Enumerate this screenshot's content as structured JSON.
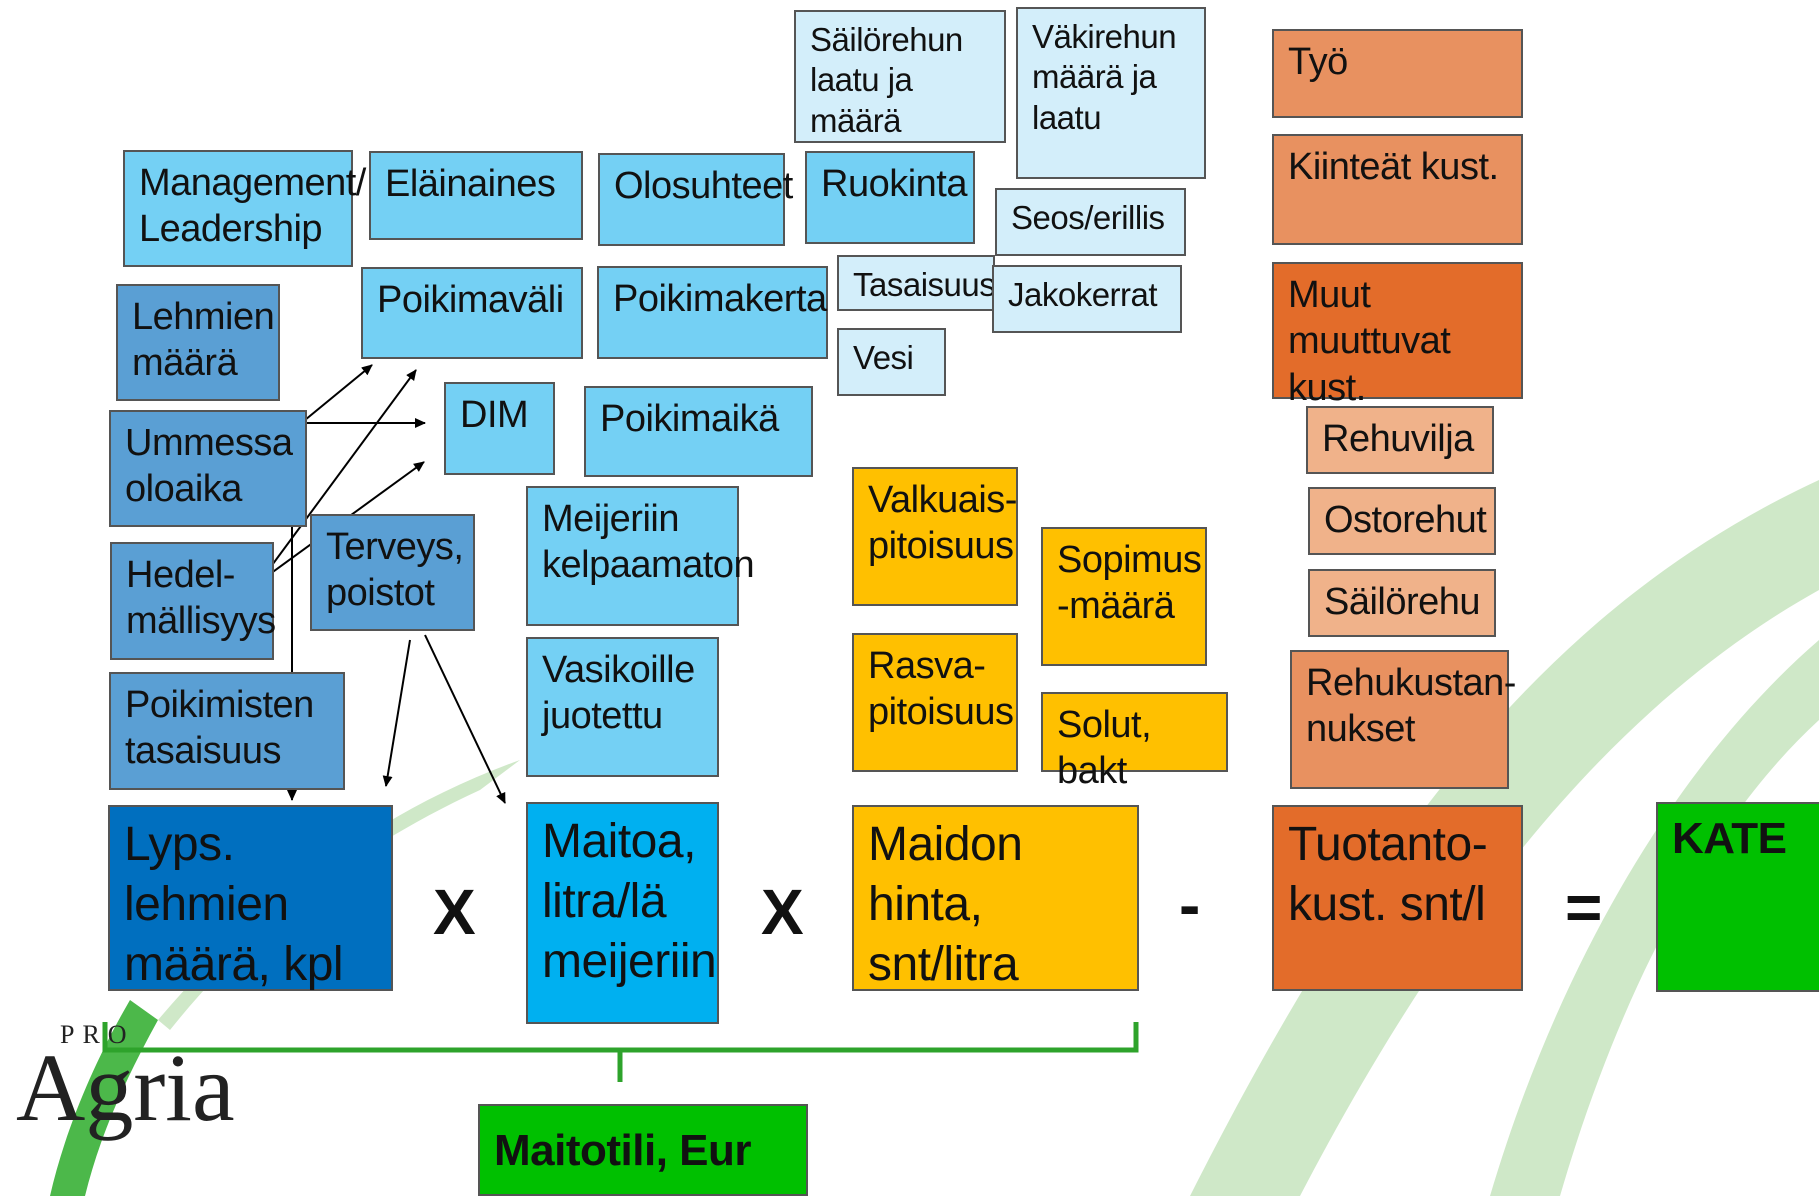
{
  "nodes": {
    "sailorehun_laatu": "Säilörehun\nlaatu ja määrä",
    "vakirehun_maara": "Väkirehun\nmäärä ja\nlaatu",
    "tyo": "Työ",
    "management": "Management/\nLeadership",
    "elainaines": "Eläinaines",
    "olosuhteet": "Olosuhteet",
    "ruokinta": "Ruokinta",
    "seos_erillis": "Seos/erillis",
    "kiinteat_kust": "Kiinteät kust.",
    "tasaisuus": "Tasaisuus",
    "jakokerrat": "Jakokerrat",
    "poikimavali": "Poikimaväli",
    "poikimakerta": "Poikimakerta",
    "lehmien_maara": "Lehmien\nmäärä",
    "vesi": "Vesi",
    "muut_muuttuvat": "Muut\nmuuttuvat kust.",
    "ummessa_oloaika": "Ummessa\noloaika",
    "dim": "DIM",
    "poikimaika": "Poikimaikä",
    "rehuvilja": "Rehuvilja",
    "valkuaispitoisuus": "Valkuais-\npitoisuus",
    "ostorehut": "Ostorehut",
    "hedelmallisyys": "Hedel-\nmällisyys",
    "terveys_poistot": "Terveys,\npoistot",
    "meijeriin_kelpaamaton": "Meijeriin\nkelpaamaton",
    "sopimusmaara": "Sopimus\n-määrä",
    "sailorehu": "Säilörehu",
    "rasvapitoisuus": "Rasva-\npitoisuus",
    "vasikoille_juotettu": "Vasikoille\njuotettu",
    "poikimisten_tasaisuus": "Poikimisten\ntasaisuus",
    "solut_bakt": "Solut, bakt",
    "rehukustannukset": "Rehukustan-\nnukset",
    "lyps_lehmien_maara": "Lyps. lehmien\nmäärä, kpl",
    "maitoa_litra": "Maitoa,\nlitra/lä\nmeijeriin",
    "maidon_hinta": "Maidon hinta,\nsnt/litra",
    "tuotantokust": "Tuotanto-\nkust. snt/l",
    "kate": "KATE",
    "maitotili": "Maitotili, Eur"
  },
  "operators": {
    "times1": "X",
    "times2": "X",
    "minus": "-",
    "equals": "="
  },
  "logo": {
    "pro": "PRO",
    "agria": "Agria"
  },
  "colors": {
    "pale_blue": "#d3eefa",
    "light_blue": "#74d0f4",
    "mid_blue": "#5a9fd4",
    "dark_blue": "#006fbf",
    "bright_blue": "#00b0f0",
    "yellow": "#ffc000",
    "orange_dark": "#e36c2a",
    "orange": "#e89160",
    "orange_light": "#f0b28a",
    "green": "#00c000"
  }
}
